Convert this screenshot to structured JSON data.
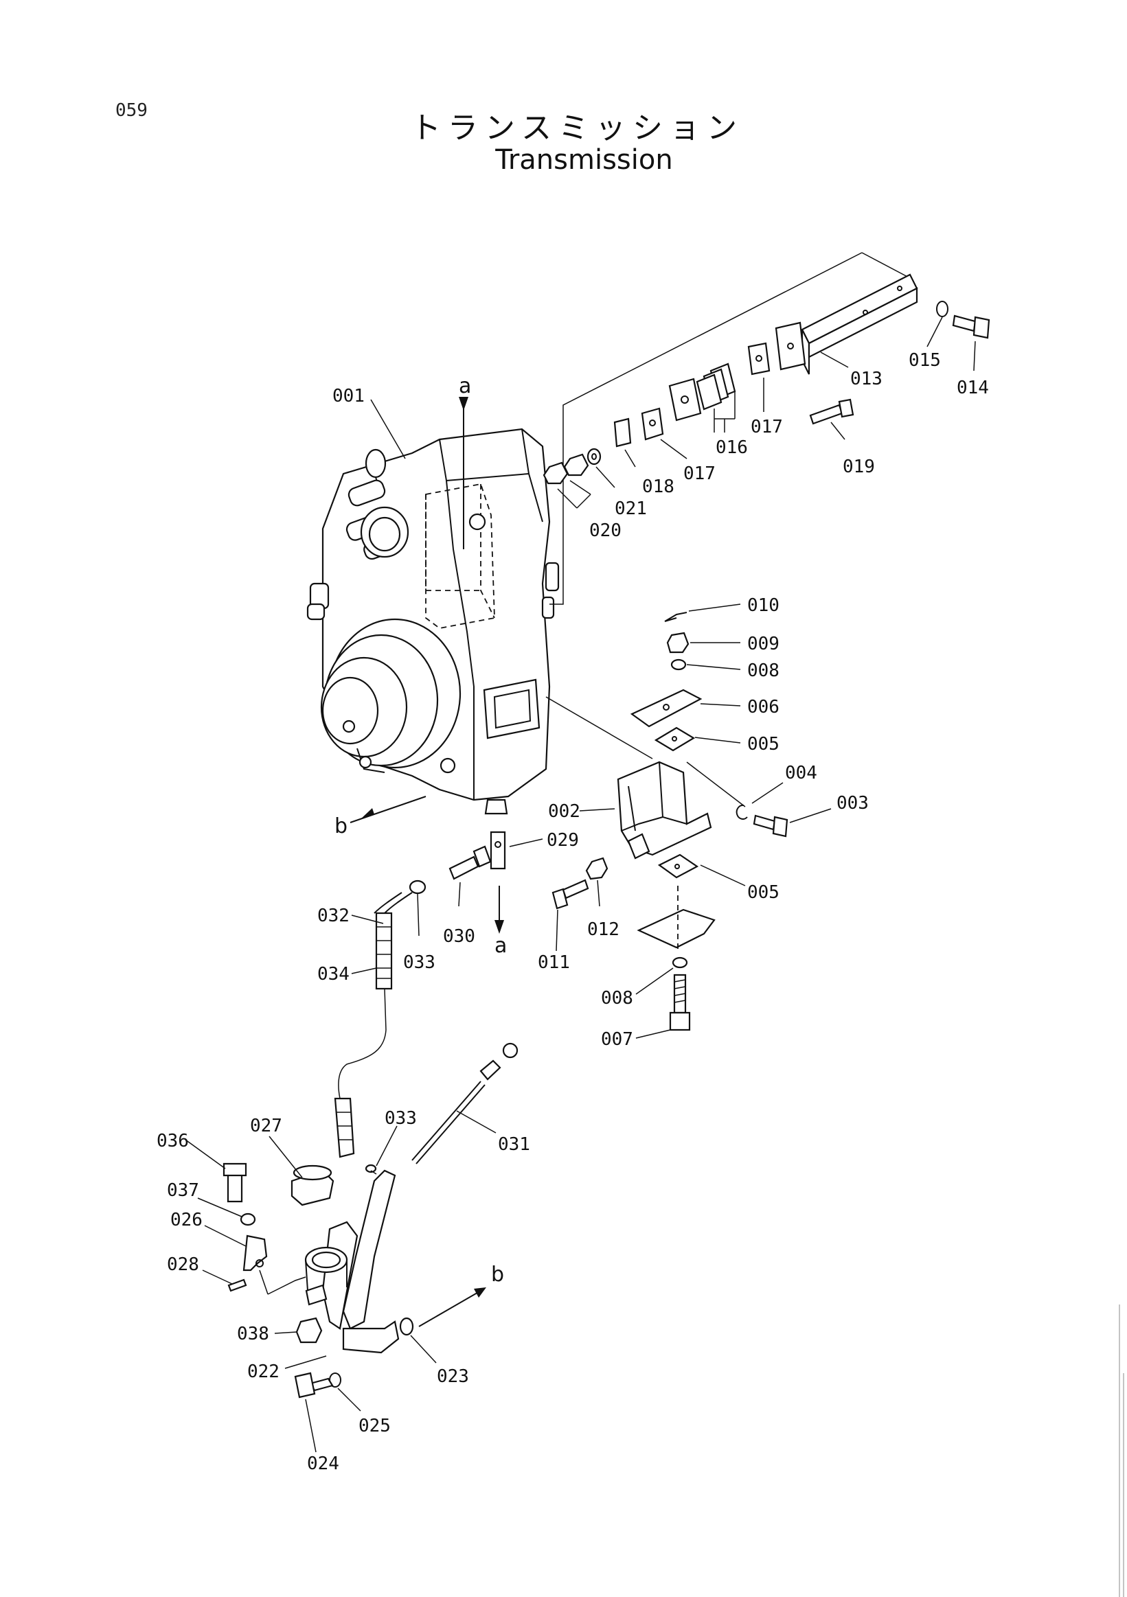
{
  "page_number": "059",
  "title_jp": "トランスミッション",
  "title_en": "Transmission",
  "view_refs": {
    "a_top": "a",
    "a_bottom": "a",
    "b_left": "b",
    "b_right": "b"
  },
  "parts": {
    "p001": "001",
    "p002": "002",
    "p003": "003",
    "p004": "004",
    "p005a": "005",
    "p005b": "005",
    "p006": "006",
    "p007": "007",
    "p008a": "008",
    "p008b": "008",
    "p009": "009",
    "p010": "010",
    "p011": "011",
    "p012": "012",
    "p013": "013",
    "p014": "014",
    "p015": "015",
    "p016": "016",
    "p017a": "017",
    "p017b": "017",
    "p018": "018",
    "p019": "019",
    "p020": "020",
    "p021": "021",
    "p022": "022",
    "p023": "023",
    "p024": "024",
    "p025": "025",
    "p026": "026",
    "p027": "027",
    "p028": "028",
    "p029": "029",
    "p030": "030",
    "p031": "031",
    "p032": "032",
    "p033a": "033",
    "p033b": "033",
    "p034": "034",
    "p036": "036",
    "p037": "037",
    "p038": "038"
  }
}
